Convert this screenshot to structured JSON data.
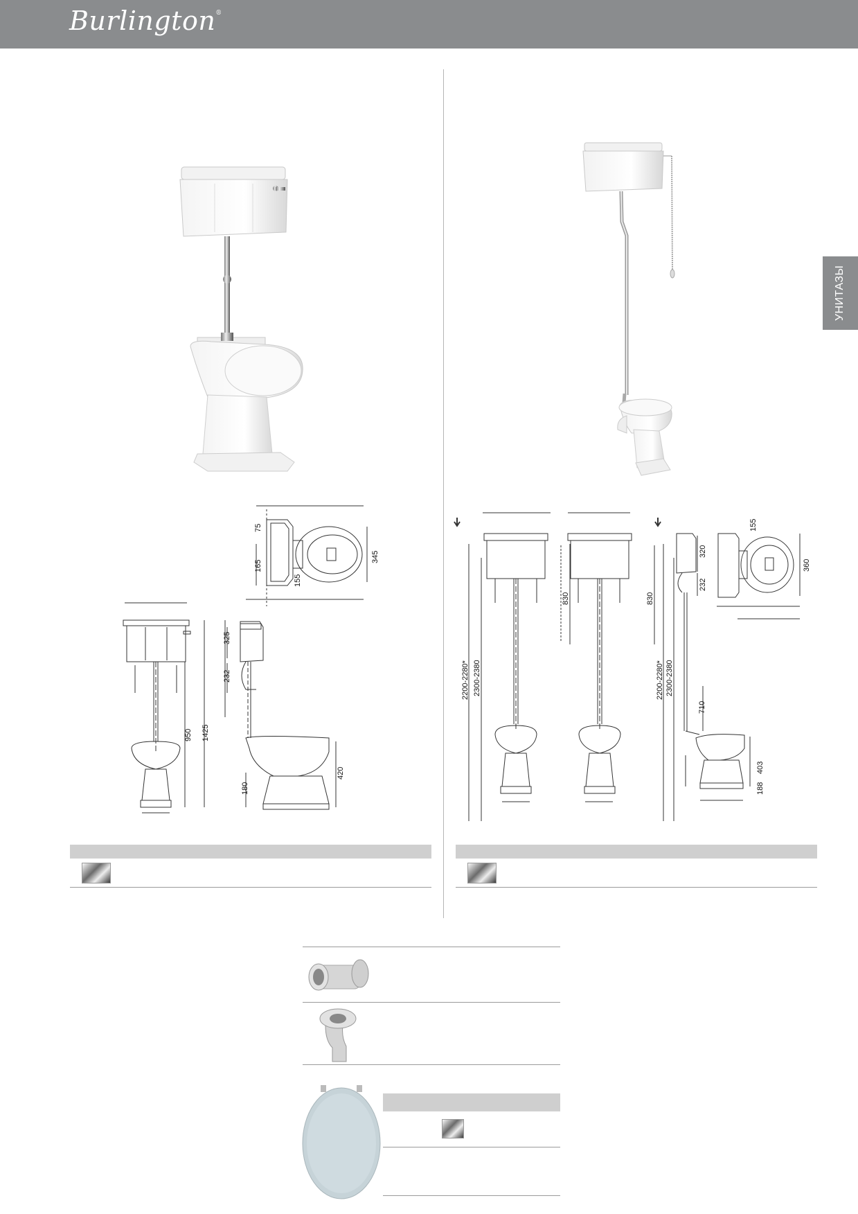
{
  "header": {
    "brand": "Burlington",
    "trademark": "®"
  },
  "side_tab": {
    "label": "УНИТАЗЫ"
  },
  "left_drawing": {
    "dims": {
      "d75": "75",
      "d165": "165",
      "d155": "155",
      "d345": "345",
      "d325": "325",
      "d232": "232",
      "d950": "950",
      "d1425": "1425",
      "d420": "420",
      "d180": "180"
    }
  },
  "right_drawing": {
    "dims": {
      "d2200a": "2200-2280*",
      "d2300a": "2300-2380",
      "d830a": "830",
      "d830b": "830",
      "d2200b": "2200-2280*",
      "d2300b": "2300-2380",
      "d320": "320",
      "d232": "232",
      "d155": "155",
      "d360": "360",
      "d710": "710",
      "d188": "188",
      "d403": "403"
    }
  },
  "colors": {
    "header": "#8a8c8e",
    "bar": "#cfcfcf",
    "rule": "#9a9a9a",
    "tab_text": "#ffffff"
  }
}
